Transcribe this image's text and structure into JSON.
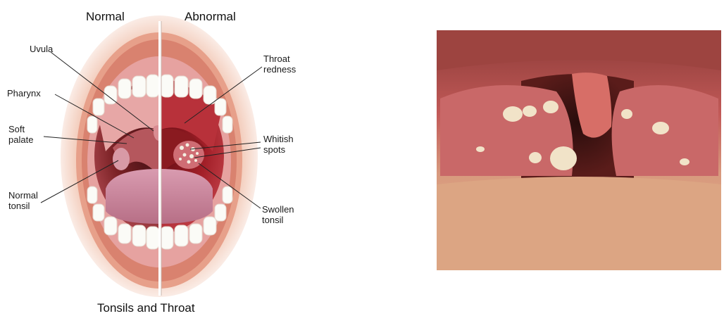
{
  "headings": {
    "left": "Normal",
    "right": "Abnormal"
  },
  "caption": "Tonsils and Throat",
  "labels": {
    "uvula": "Uvula",
    "pharynx": "Pharynx",
    "soft_palate_1": "Soft",
    "soft_palate_2": "palate",
    "normal_tonsil_1": "Normal",
    "normal_tonsil_2": "tonsil",
    "throat_redness_1": "Throat",
    "throat_redness_2": "redness",
    "whitish_spots_1": "Whitish",
    "whitish_spots_2": "spots",
    "swollen_tonsil_1": "Swollen",
    "swollen_tonsil_2": "tonsil"
  },
  "colors": {
    "lips": "#e7a08a",
    "mouth_cavity": "#7b2226",
    "abnormal_throat": "#9e1b22",
    "tongue": "#c9869a",
    "teeth": "#fbfbf7",
    "tonsil_normal": "#d89aa6",
    "spots": "#f3efe2"
  }
}
